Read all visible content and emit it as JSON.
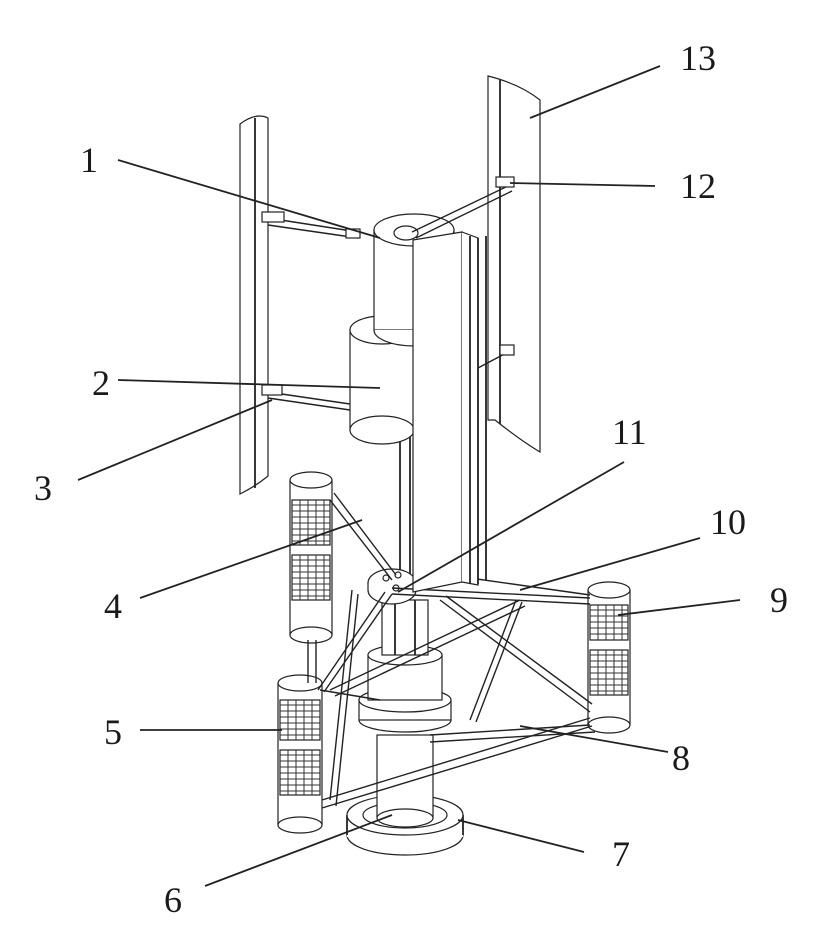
{
  "labels": {
    "l1": "1",
    "l2": "2",
    "l3": "3",
    "l4": "4",
    "l5": "5",
    "l6": "6",
    "l7": "7",
    "l8": "8",
    "l9": "9",
    "l10": "10",
    "l11": "11",
    "l12": "12",
    "l13": "13"
  },
  "colors": {
    "ink": "#222222",
    "paper": "#ffffff"
  }
}
